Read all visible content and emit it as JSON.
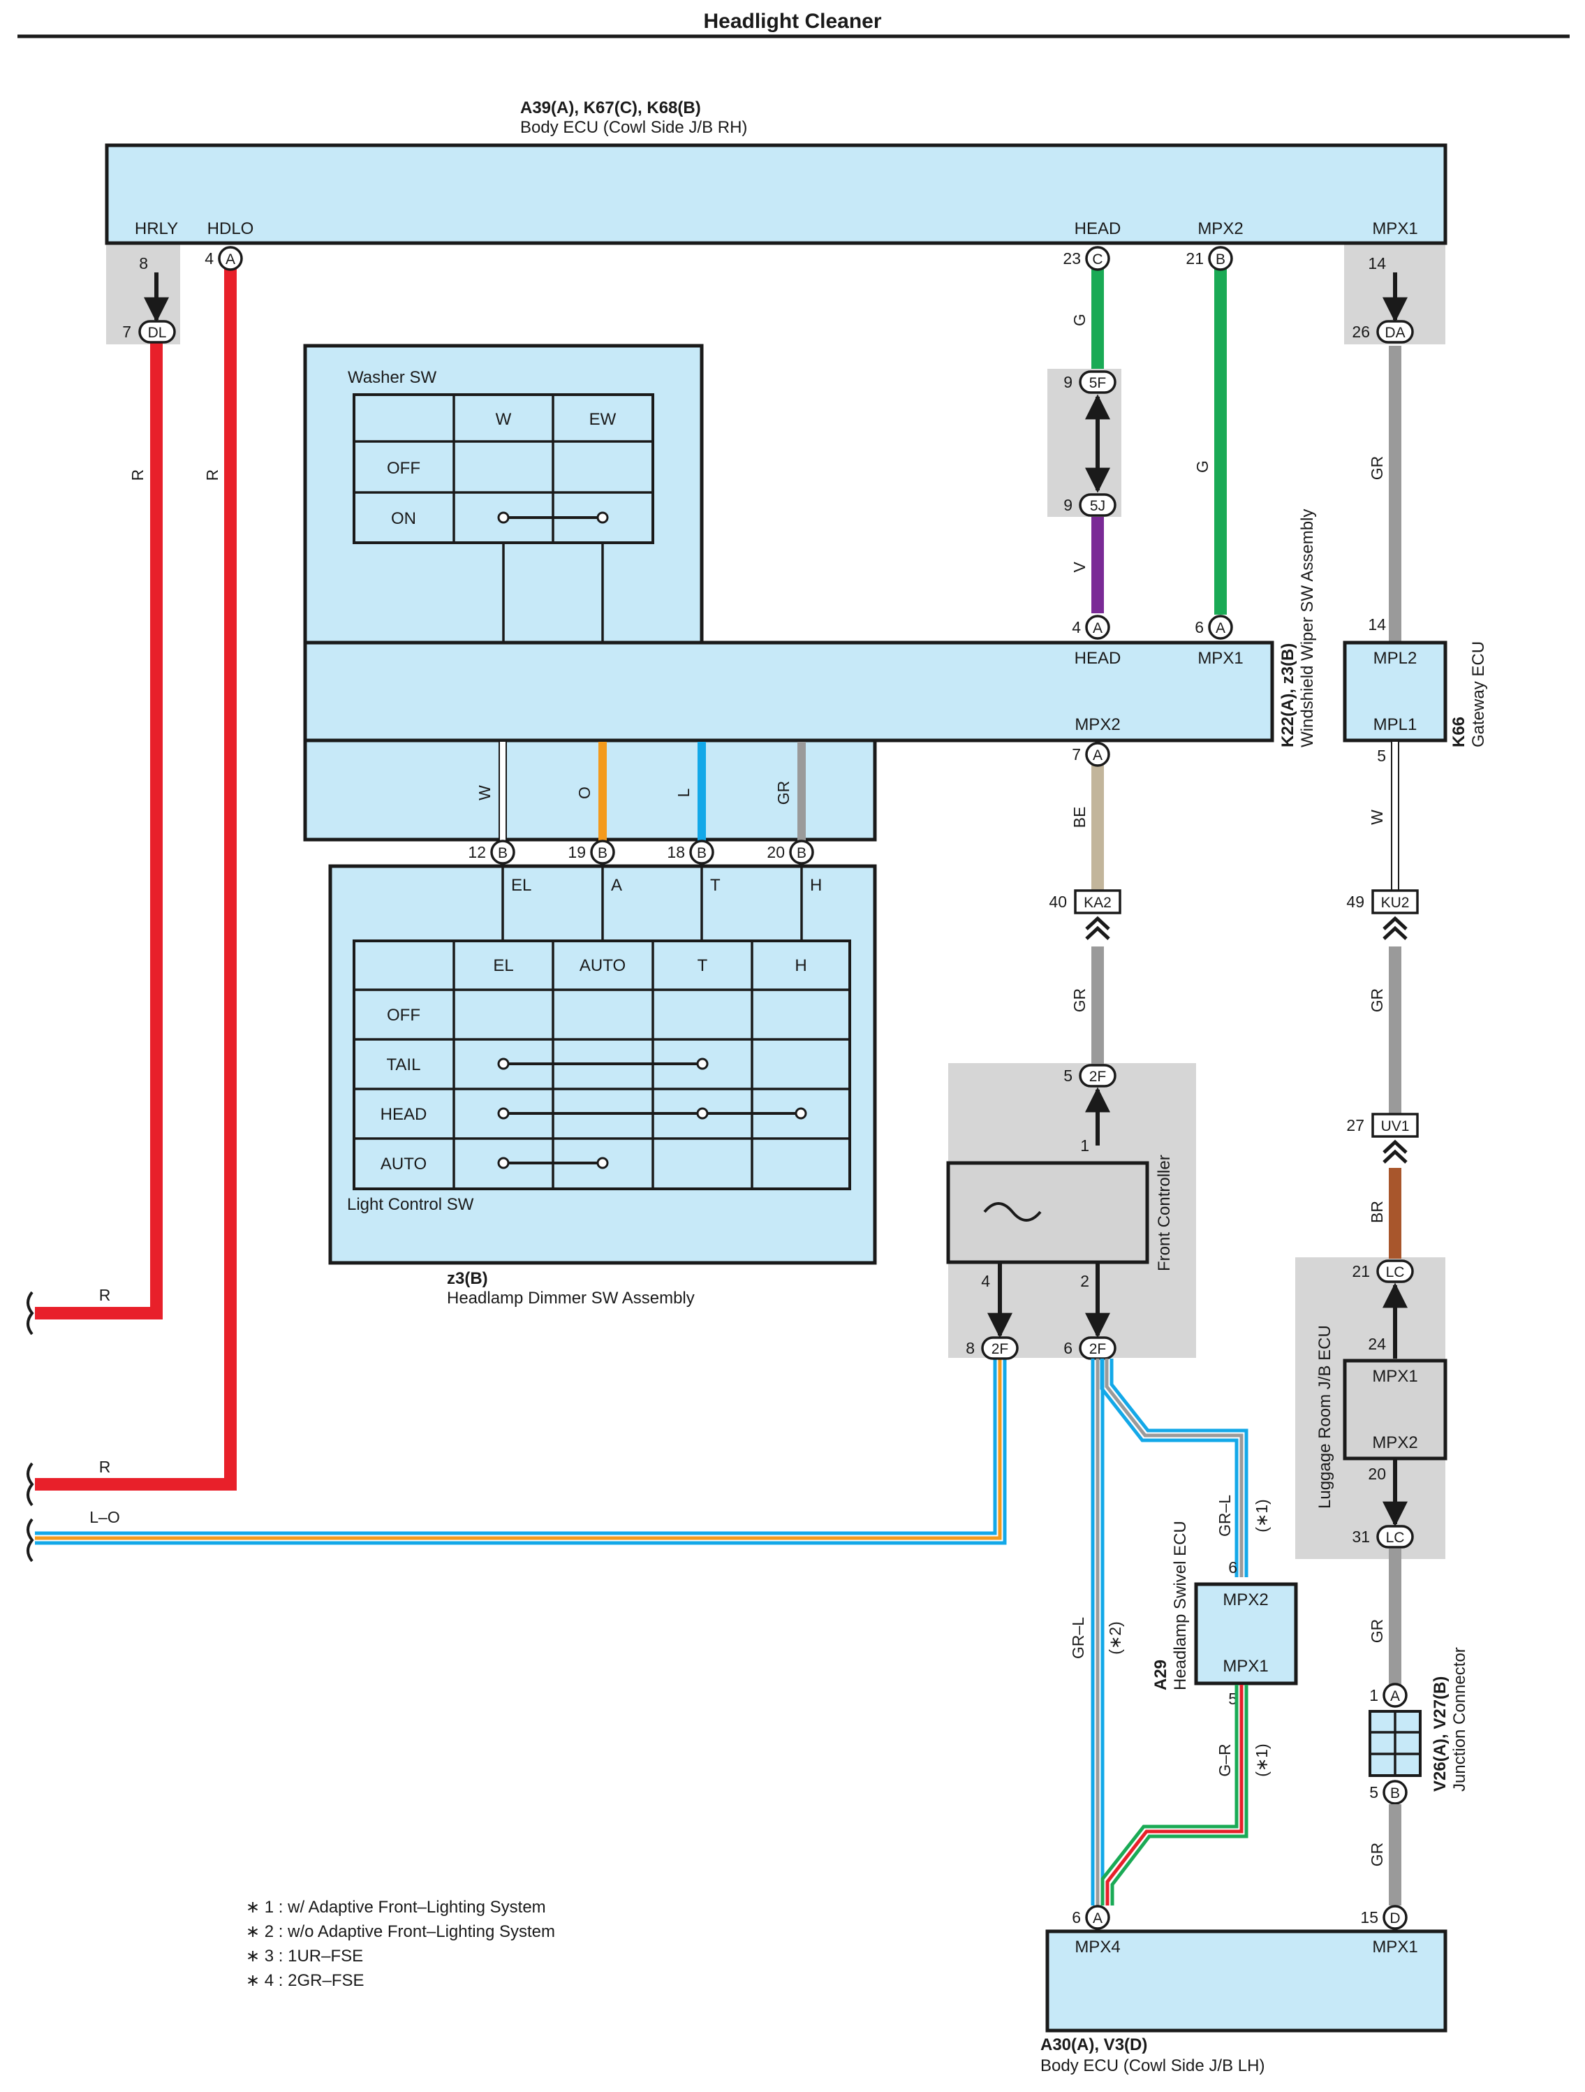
{
  "title": "Headlight Cleaner",
  "colors": {
    "ecu_fill": "#c7e9f8",
    "jb_gray": "#d6d6d6",
    "wire_R": "#e8202a",
    "wire_G": "#1aaa55",
    "wire_V": "#7a2a96",
    "wire_GR": "#9a9a9a",
    "wire_O": "#f39a1c",
    "wire_L": "#13a8e8",
    "wire_W": "#ffffff",
    "wire_BE": "#c2b59b",
    "wire_BR": "#a8562c"
  },
  "body_ecu_rh": {
    "codes": "A39(A), K67(C), K68(B)",
    "name": "Body ECU (Cowl Side J/B RH)",
    "pins": {
      "hrly": "HRLY",
      "hdlo": "HDLO",
      "head": "HEAD",
      "mpx2": "MPX2",
      "mpx1": "MPX1"
    }
  },
  "washer_sw": {
    "title": "Washer SW",
    "cols": [
      "W",
      "EW"
    ],
    "rows": [
      "OFF",
      "ON"
    ]
  },
  "wiper_sw": {
    "codes": "K22(A), z3(B)",
    "name": "Windshield Wiper SW Assembly",
    "pins": {
      "head": "HEAD",
      "mpx1": "MPX1",
      "mpx2": "MPX2"
    }
  },
  "light_control_sw": {
    "title": "Light Control SW",
    "top_labels": [
      "EL",
      "A",
      "T",
      "H"
    ],
    "cols": [
      "EL",
      "AUTO",
      "T",
      "H"
    ],
    "rows": [
      "OFF",
      "TAIL",
      "HEAD",
      "AUTO"
    ]
  },
  "dimmer_sw": {
    "codes": "z3(B)",
    "name": "Headlamp Dimmer SW Assembly"
  },
  "front_controller": {
    "name": "Front Controller",
    "symbol": "~"
  },
  "gateway_ecu": {
    "codes": "K66",
    "name": "Gateway ECU",
    "pins": {
      "top": "MPL2",
      "bottom": "MPL1"
    }
  },
  "luggage_jb": {
    "name": "Luggage Room J/B ECU",
    "pins": {
      "top": "MPX1",
      "bottom": "MPX2"
    }
  },
  "swivel_ecu": {
    "codes": "A29",
    "name": "Headlamp Swivel ECU",
    "pins": {
      "top": "MPX2",
      "bottom": "MPX1"
    }
  },
  "junction_connector": {
    "codes": "V26(A), V27(B)",
    "name": "Junction Connector"
  },
  "body_ecu_lh": {
    "codes": "A30(A), V3(D)",
    "name": "Body ECU (Cowl Side J/B LH)",
    "pins": {
      "mpx4": "MPX4",
      "mpx1": "MPX1"
    }
  },
  "connectors": {
    "dl": "DL",
    "a": "A",
    "b": "B",
    "c": "C",
    "d": "D",
    "da": "DA",
    "f5": "5F",
    "j5": "5J",
    "ka2": "KA2",
    "ku2": "KU2",
    "uv1": "UV1",
    "f2": "2F",
    "lc": "LC"
  },
  "pin_numbers": {
    "p4": "4",
    "p5": "5",
    "p6": "6",
    "p7": "7",
    "p8": "8",
    "p9": "9",
    "p12": "12",
    "p14": "14",
    "p15": "15",
    "p18": "18",
    "p19": "19",
    "p20": "20",
    "p21": "21",
    "p23": "23",
    "p24": "24",
    "p26": "26",
    "p27": "27",
    "p31": "31",
    "p40": "40",
    "p49": "49",
    "p1": "1",
    "p2": "2"
  },
  "wire_labels": {
    "r": "R",
    "g": "G",
    "v": "V",
    "gr": "GR",
    "w": "W",
    "o": "O",
    "l": "L",
    "be": "BE",
    "br": "BR",
    "lo": "L–O",
    "grl": "GR–L",
    "gr_r": "G–R",
    "n1": "(∗1)",
    "n2": "(∗2)"
  },
  "notes": [
    "∗ 1 : w/ Adaptive Front–Lighting System",
    "∗ 2 : w/o Adaptive Front–Lighting System",
    "∗ 3 : 1UR–FSE",
    "∗ 4 : 2GR–FSE"
  ]
}
